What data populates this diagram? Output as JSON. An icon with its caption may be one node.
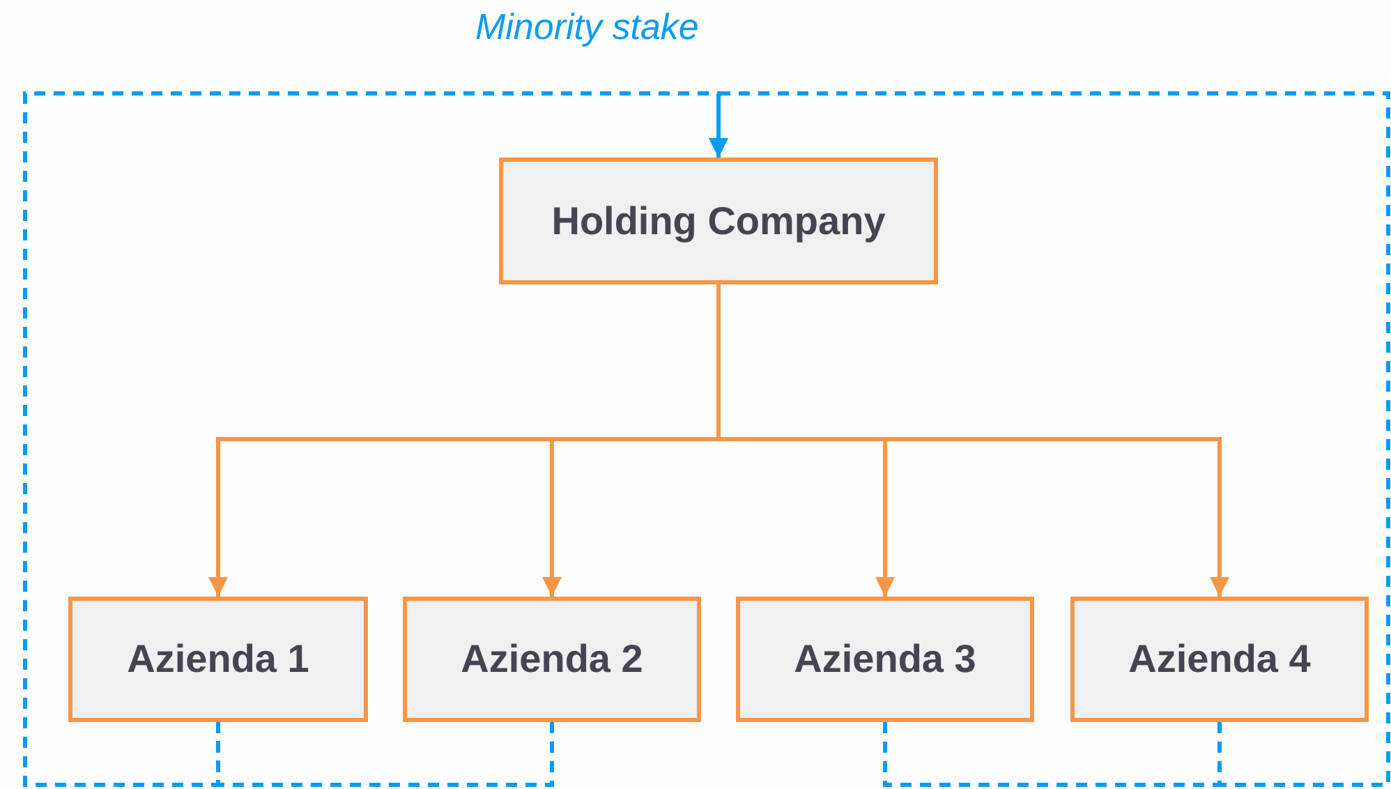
{
  "diagram": {
    "nodes": [
      {
        "text": [
          "Holding Company"
        ]
      },
      {
        "text": [
          "Azienda 1"
        ]
      },
      {
        "text": [
          "Azienda 2"
        ]
      },
      {
        "text": [
          "Azienda 3"
        ]
      },
      {
        "text": [
          "Azienda 4"
        ]
      }
    ],
    "edges": [
      {
        "from": 0,
        "to": 1,
        "arrow": "to"
      },
      {
        "from": 0,
        "to": 2,
        "arrow": "to"
      },
      {
        "from": 0,
        "to": 3,
        "arrow": "to"
      },
      {
        "from": 0,
        "to": 4,
        "arrow": "to"
      },
      {
        "from": 1,
        "to": 0,
        "arrow": "to",
        "style": "dashed",
        "color": "#0a9bf5"
      },
      {
        "from": 2,
        "to": 1,
        "arrow": "none",
        "style": "dashed",
        "color": "#0a9bf5"
      },
      {
        "from": 3,
        "to": 4,
        "arrow": "none",
        "style": "dashed",
        "color": "#0a9bf5"
      },
      {
        "from": 4,
        "to": 0,
        "arrow": "to",
        "style": "dashed",
        "color": "#0a9bf5"
      }
    ],
    "labels": [
      "Minority stake"
    ]
  }
}
